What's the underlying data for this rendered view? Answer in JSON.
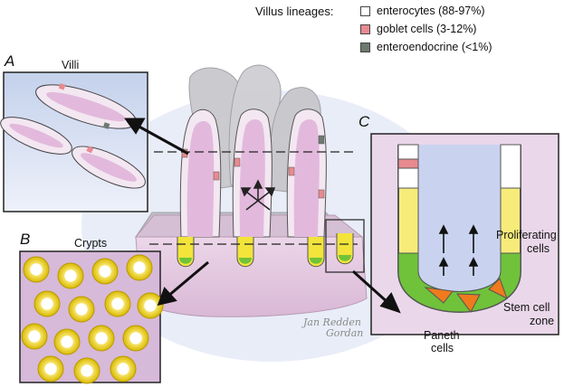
{
  "legend": {
    "title": "Villus lineages:",
    "items": [
      {
        "label": "enterocytes (88-97%)",
        "color": "#ffffff"
      },
      {
        "label": "goblet cells (3-12%)",
        "color": "#e88a8f"
      },
      {
        "label": "enteroendocrine (<1%)",
        "color": "#6c7a70"
      }
    ]
  },
  "panels": {
    "a": {
      "letter": "A",
      "title": "Villi"
    },
    "b": {
      "letter": "B",
      "title": "Crypts"
    },
    "c": {
      "letter": "C"
    }
  },
  "annotations": {
    "proliferating": [
      "Proliferating",
      "cells"
    ],
    "stem": [
      "Stem cell",
      "zone"
    ],
    "paneth": [
      "Paneth",
      "cells"
    ]
  },
  "signature": [
    "Jan Redden",
    "Gordan"
  ],
  "colors": {
    "enterocyte": "#ffffff",
    "goblet": "#e88a8f",
    "enteroendocrine": "#6c7a70",
    "proliferating": "#f2e43a",
    "stem": "#6fc23a",
    "paneth": "#f07a1e",
    "lamina": "#e7cfe3",
    "inset_bg": "#c9d6ee"
  }
}
